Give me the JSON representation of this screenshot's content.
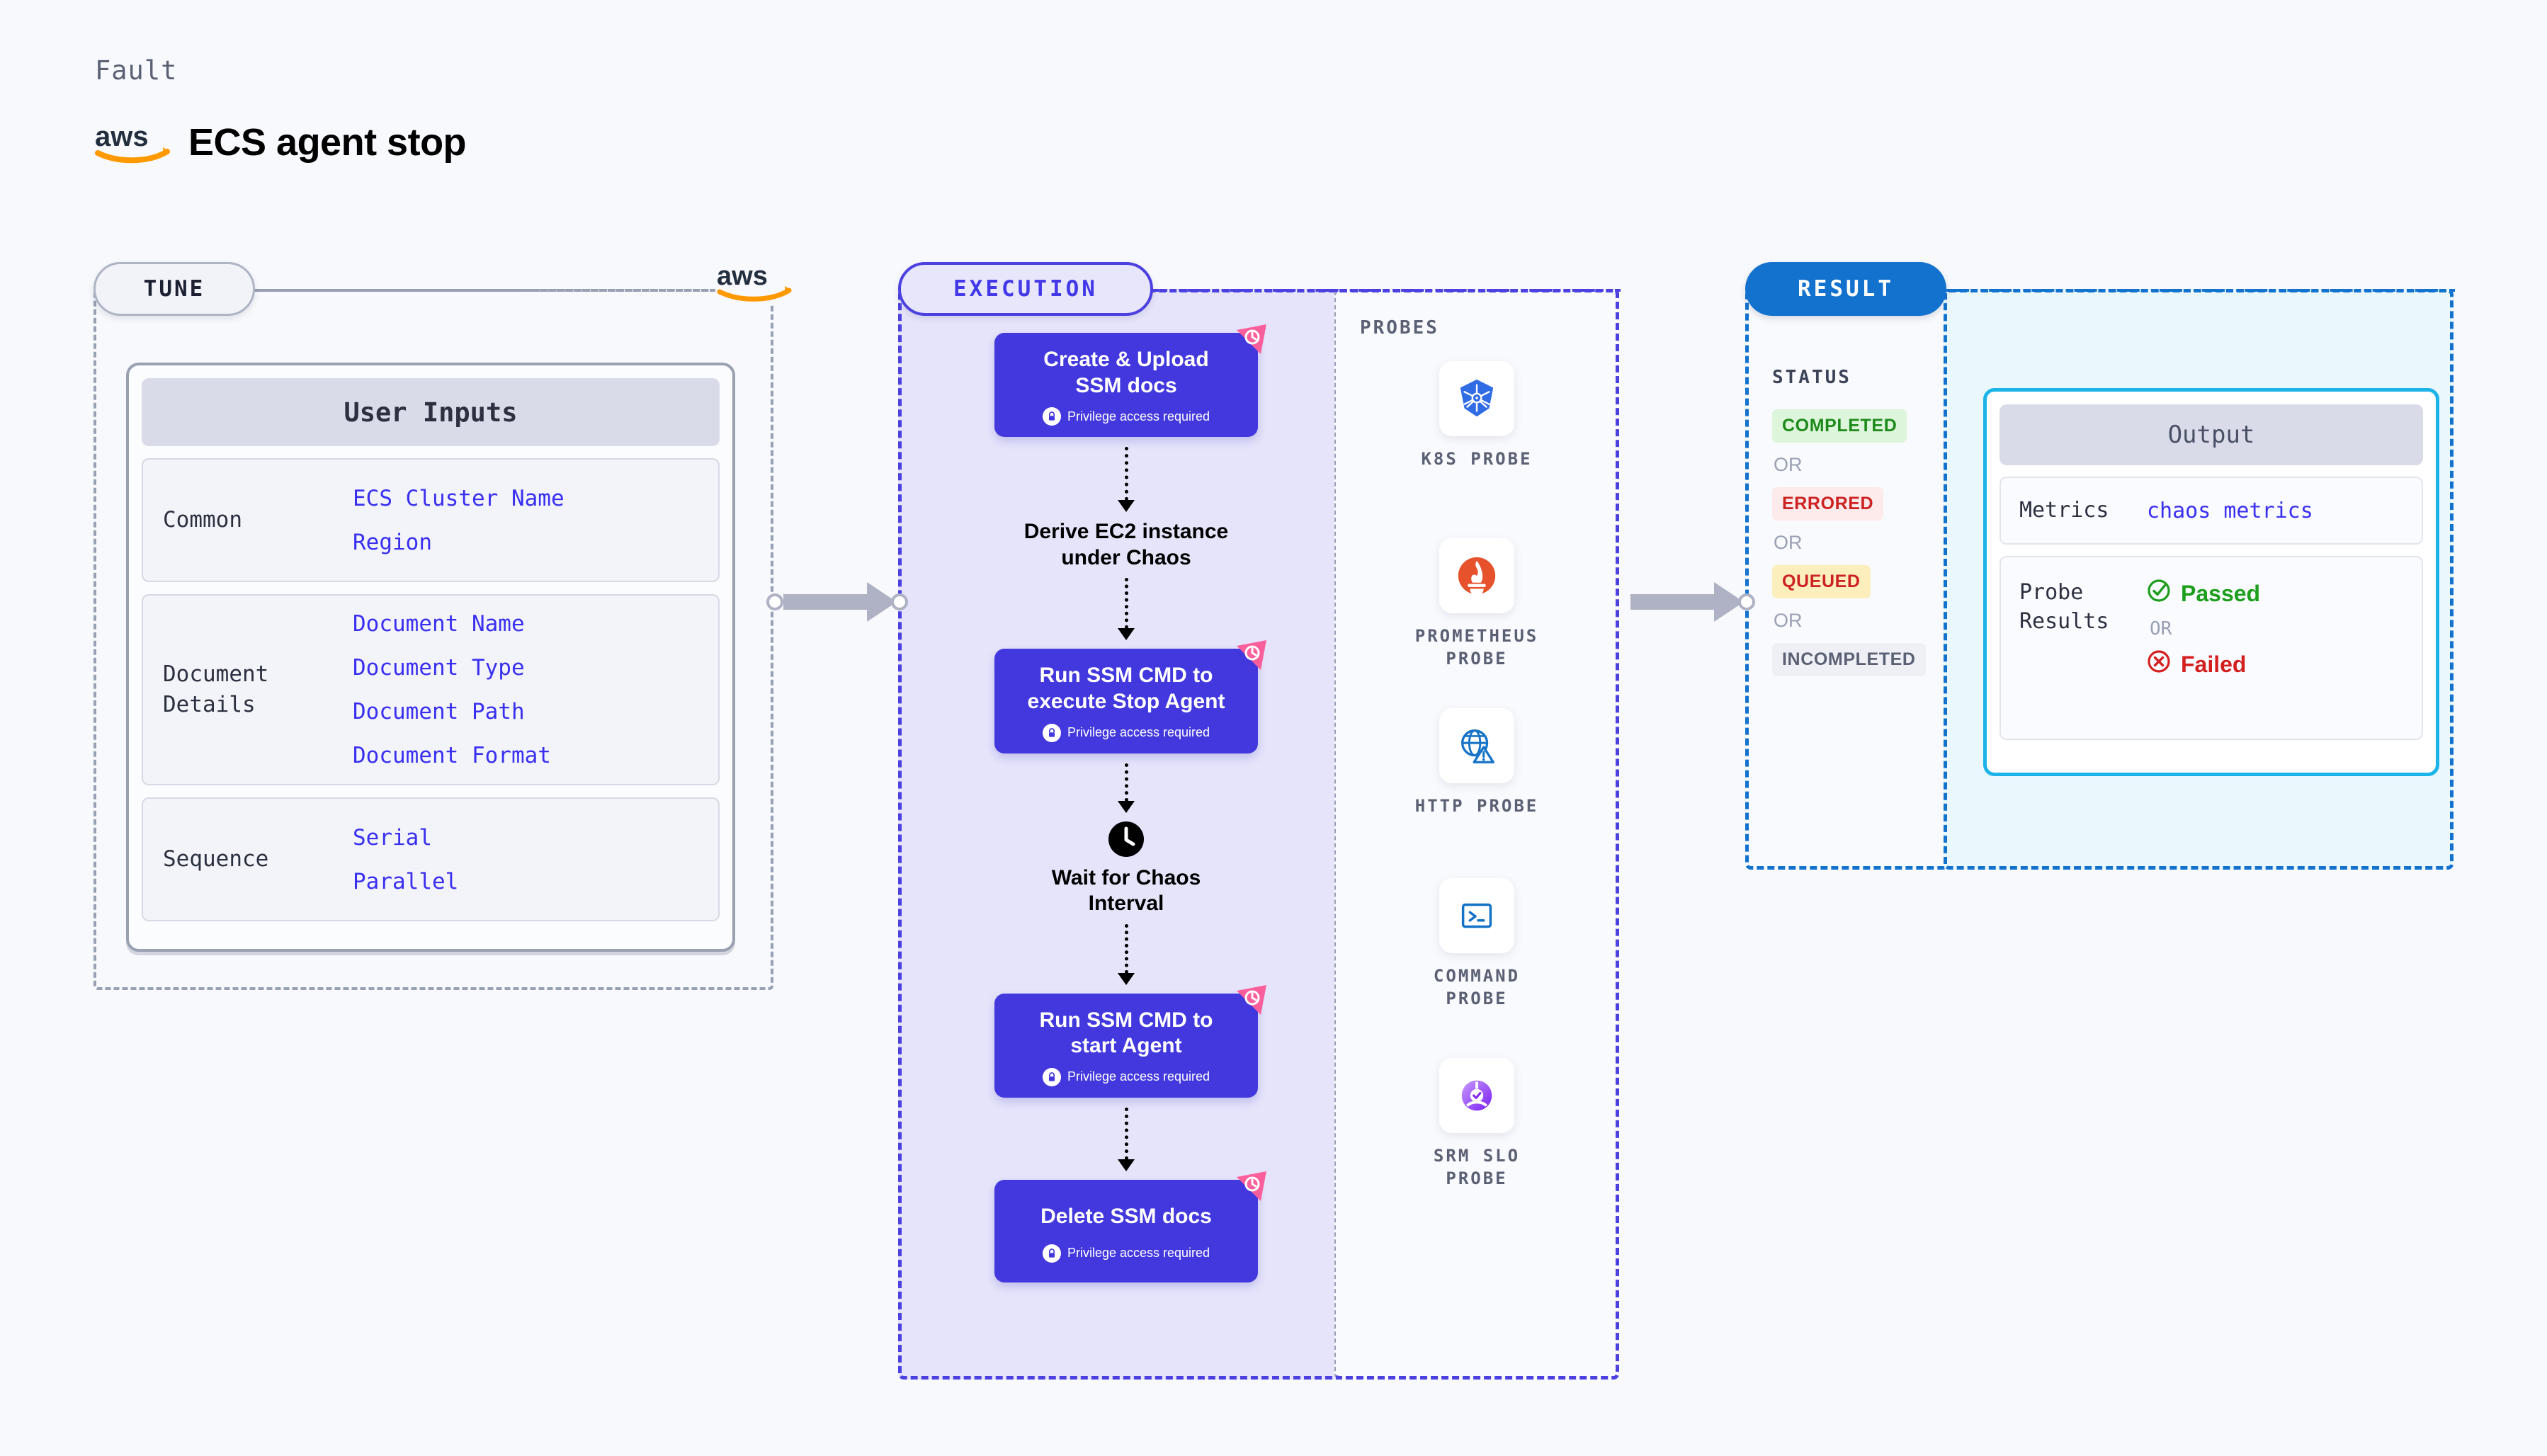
{
  "header": {
    "fault_label": "Fault",
    "title": "ECS agent stop",
    "brand_icon": "aws-logo"
  },
  "tune": {
    "pill_label": "TUNE",
    "watermark_icon": "aws-logo",
    "card_title": "User Inputs",
    "sections": [
      {
        "key": "Common",
        "values": [
          "ECS Cluster Name",
          "Region"
        ]
      },
      {
        "key": "Document\nDetails",
        "key_line1": "Document",
        "key_line2": "Details",
        "values": [
          "Document Name",
          "Document Type",
          "Document Path",
          "Document Format"
        ]
      },
      {
        "key": "Sequence",
        "values": [
          "Serial",
          "Parallel"
        ]
      }
    ]
  },
  "execution": {
    "pill_label": "EXECUTION",
    "privilege_text": "Privilege access required",
    "steps": [
      {
        "type": "box",
        "label_line1": "Create & Upload",
        "label_line2": "SSM docs",
        "privilege": true,
        "flag": true
      },
      {
        "type": "plain",
        "label_line1": "Derive EC2 instance",
        "label_line2": "under Chaos",
        "icon": ""
      },
      {
        "type": "box",
        "label_line1": "Run SSM CMD to",
        "label_line2": "execute Stop Agent",
        "privilege": true,
        "flag": true
      },
      {
        "type": "plain",
        "label_line1": "Wait for Chaos",
        "label_line2": "Interval",
        "icon": "clock-icon"
      },
      {
        "type": "box",
        "label_line1": "Run SSM CMD to",
        "label_line2": "start Agent",
        "privilege": true,
        "flag": true
      },
      {
        "type": "box",
        "label_line1": "Delete SSM docs",
        "label_line2": "",
        "privilege": true,
        "flag": true
      }
    ]
  },
  "probes": {
    "section_label": "PROBES",
    "items": [
      {
        "name_line1": "K8S PROBE",
        "name_line2": "",
        "icon": "kubernetes-icon"
      },
      {
        "name_line1": "PROMETHEUS",
        "name_line2": "PROBE",
        "icon": "prometheus-icon"
      },
      {
        "name_line1": "HTTP PROBE",
        "name_line2": "",
        "icon": "http-globe-icon"
      },
      {
        "name_line1": "COMMAND",
        "name_line2": "PROBE",
        "icon": "terminal-icon"
      },
      {
        "name_line1": "SRM SLO",
        "name_line2": "PROBE",
        "icon": "srm-slo-icon"
      }
    ]
  },
  "result": {
    "pill_label": "RESULT",
    "status_label": "STATUS",
    "or_text": "OR",
    "statuses": [
      "COMPLETED",
      "ERRORED",
      "QUEUED",
      "INCOMPLETED"
    ],
    "output": {
      "title": "Output",
      "metrics_key": "Metrics",
      "metrics_value": "chaos metrics",
      "probe_key_line1": "Probe",
      "probe_key_line2": "Results",
      "passed": "Passed",
      "failed": "Failed",
      "or_text": "OR"
    }
  },
  "colors": {
    "background": "#f8f9fc",
    "tune_border": "#98a0b3",
    "execution_accent": "#4c40e0",
    "execution_fill": "#e5e4fa",
    "step_box": "#4338dd",
    "result_accent": "#1272ce",
    "output_border": "#1cb4e8",
    "output_fill": "#eaf8fd",
    "flag_pink": "#fb5f9b",
    "value_blue": "#3a2ff0",
    "passed_green": "#1d9e1d",
    "failed_red": "#d41f1f"
  }
}
